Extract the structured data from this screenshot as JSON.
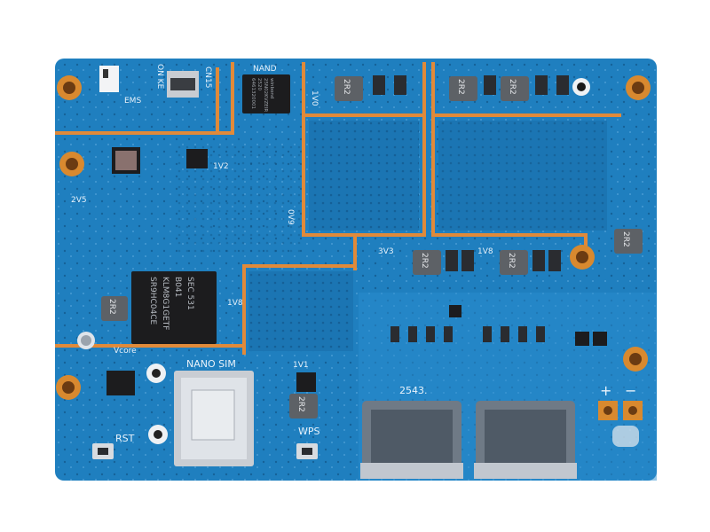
{
  "board": {
    "colors": {
      "pcb": "#1f7fbf",
      "pcb_dark": "#176aa4",
      "copper_trace": "#e08a3a",
      "mount_hole_ring": "#d8892f",
      "silkscreen": "#e8f2fb",
      "chip": "#1c1c1e",
      "connector_metal": "#b9bec6"
    },
    "silkscreen": {
      "top_connector": "CN15",
      "nand_label": "NAND",
      "nand_chip_line1": "winbond",
      "nand_chip_line2": "25N02KVZEIR",
      "nand_chip_line3": "2520",
      "nand_chip_line4": "6461320001",
      "rail_1v0": "1V0",
      "rail_1v2": "1V2",
      "rail_2v5": "2V5",
      "rail_0v9": "0V9",
      "rail_3v3": "3V3",
      "rail_1v8_top": "1V8",
      "rail_1v8_mid": "1V8",
      "rail_1v1": "1V1",
      "vcore": "Vcore",
      "emmc_line1": "SR9HC04CE",
      "emmc_line2": "KLM8G1GETF",
      "emmc_line3": "B041",
      "emmc_line4": "SEC 531",
      "nano_sim": "NANO SIM",
      "rst": "RST",
      "wps": "WPS",
      "usb_code": "2543.",
      "plus": "+",
      "minus": "−",
      "switch_label": "ON KE",
      "switch_label2": "EMS"
    },
    "inductors": [
      "2R2",
      "2R2",
      "2R2",
      "2R2",
      "2R2",
      "2R2",
      "2R2",
      "2R2"
    ]
  }
}
